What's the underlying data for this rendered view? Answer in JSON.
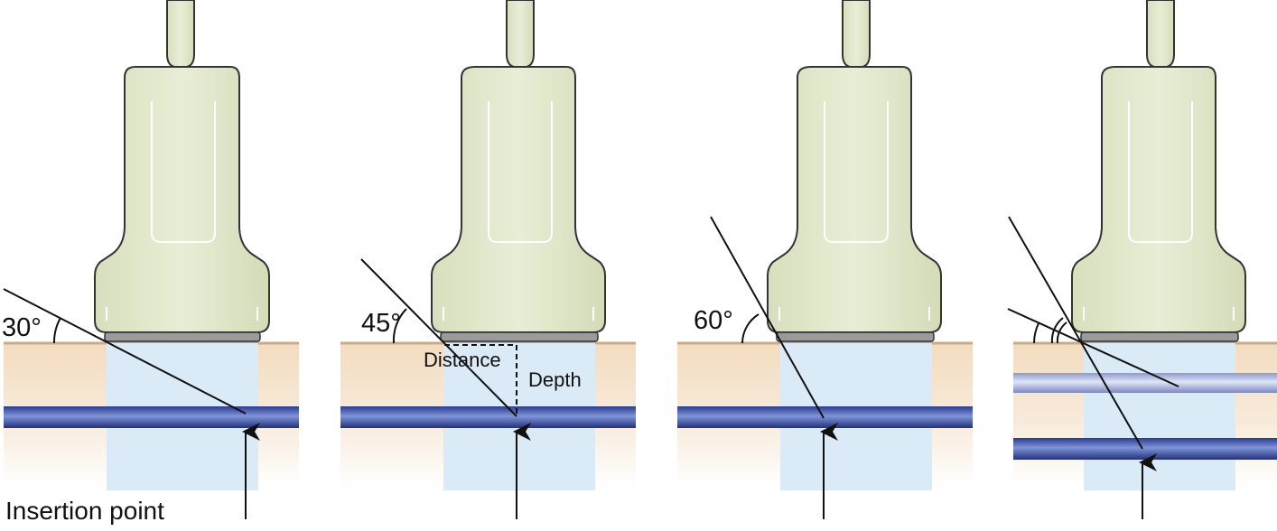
{
  "panels": [
    {
      "angle_label": "30°"
    },
    {
      "angle_label": "45°",
      "distance_label": "Distance",
      "depth_label": "Depth"
    },
    {
      "angle_label": "60°"
    },
    {
      "angle_label": ""
    }
  ],
  "caption": "Insertion point",
  "colors": {
    "skin": "#f3dcc0",
    "ultrasound_beam": "#dbeaf7",
    "vessel": "#3b4fa8",
    "vessel_light": "#a9b4de",
    "transducer": "#e0e8c8",
    "transducer_outline": "#333333",
    "transducer_face": "#9a9a9a",
    "needle": "#111111"
  }
}
